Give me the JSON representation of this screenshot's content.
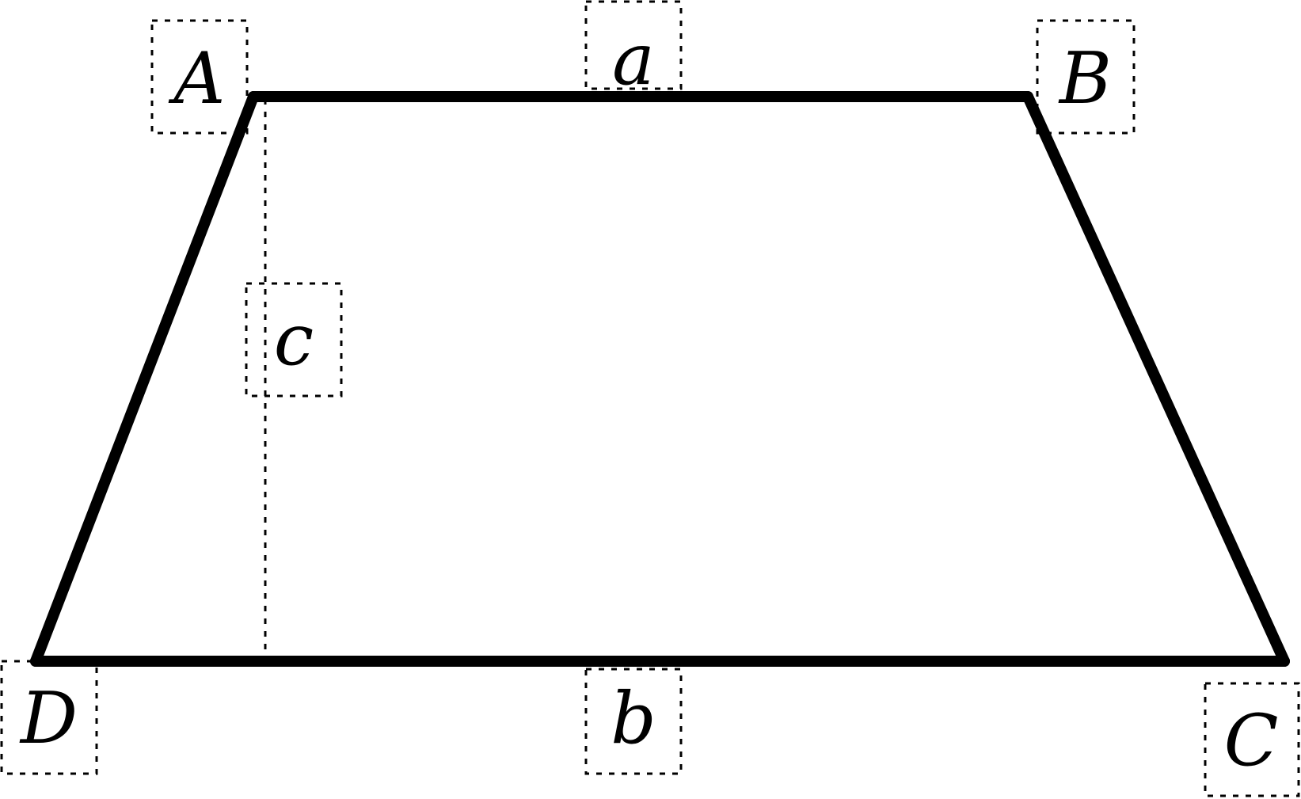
{
  "diagram": {
    "vertices": {
      "A": "A",
      "B": "B",
      "C": "C",
      "D": "D"
    },
    "sides": {
      "a": "a",
      "b": "b",
      "c": "c"
    },
    "stroke_color": "#000000",
    "background_color": "#ffffff"
  }
}
